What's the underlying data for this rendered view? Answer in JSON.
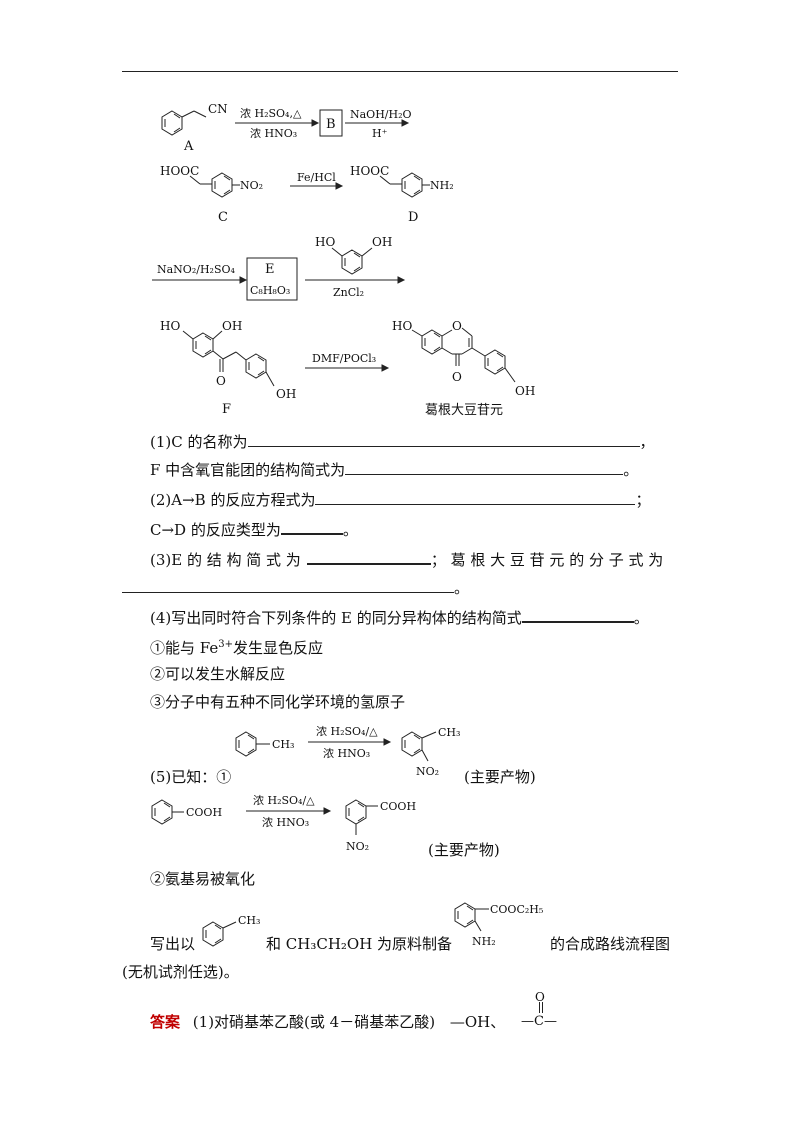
{
  "scheme": {
    "A_substituent": "CN",
    "A_label": "A",
    "step1_top": "浓 H₂SO₄,△",
    "step1_bottom": "浓 HNO₃",
    "B_box": "B",
    "step2_top": "NaOH/H₂O",
    "step2_bottom": "H⁺",
    "C_left": "HOOC",
    "C_right": "NO₂",
    "C_label": "C",
    "step3": "Fe/HCl",
    "D_left": "HOOC",
    "D_right": "NH₂",
    "D_label": "D",
    "step4_top": "NaNO₂/H₂SO₄",
    "E_box_top": "E",
    "E_box_bottom": "C₈H₈O₃",
    "resorcinol_oh1": "HO",
    "resorcinol_oh2": "OH",
    "step5_bottom": "ZnCl₂",
    "F_oh1": "HO",
    "F_oh2": "OH",
    "F_oh3": "OH",
    "F_label": "F",
    "step6": "DMF/POCl₃",
    "P_ho": "HO",
    "P_o_ring": "O",
    "P_o_ketone": "O",
    "P_oh": "OH",
    "P_label": "葛根大豆苷元"
  },
  "questions": {
    "q1a": "(1)C 的名称为",
    "q1a_end": "，",
    "q1b": "F 中含氧官能团的结构简式为",
    "q1b_end": "。",
    "q2a": "(2)A→B 的反应方程式为",
    "q2a_end": "；",
    "q2b": "C→D 的反应类型为",
    "q2b_end": "。",
    "q3a": "(3)E 的 结 构 简 式 为",
    "q3a_mid": "； 葛 根 大 豆 苷 元 的 分 子 式 为",
    "q3b_end": "。",
    "q4": "(4)写出同时符合下列条件的 E 的同分异构体的结构简式",
    "q4_end": "。",
    "c1_pre": "①能与 Fe",
    "c1_sup": "3+",
    "c1_post": "发生显色反应",
    "c2": "②可以发生水解反应",
    "c3": "③分子中有五种不同化学环境的氢原子",
    "q5_label": "(5)已知：①",
    "r1_left": "CH₃",
    "r1_top": "浓 H₂SO₄/△",
    "r1_bottom": "浓 HNO₃",
    "r1_prod_top": "CH₃",
    "r1_prod_bottom": "NO₂",
    "r1_note": "(主要产物)",
    "r2_left": "COOH",
    "r2_top": "浓 H₂SO₄/△",
    "r2_bottom": "浓 HNO₃",
    "r2_prod_right": "COOH",
    "r2_prod_bottom": "NO₂",
    "r2_note": "(主要产物)",
    "k2": "②氨基易被氧化",
    "q5_pre": "写出以",
    "q5_ch3": "CH₃",
    "q5_mid": "和 CH₃CH₂OH 为原料制备",
    "tgt_right": "COOC₂H₅",
    "tgt_bottom": "NH₂",
    "q5_post": "的合成路线流程图",
    "q5_line2": "(无机试剂任选)。"
  },
  "answer": {
    "label": "答案",
    "text": "(1)对硝基苯乙酸(或 4－硝基苯乙酸)",
    "groups": "—OH、",
    "carbonyl_o": "O",
    "carbonyl_c": "—C—"
  }
}
